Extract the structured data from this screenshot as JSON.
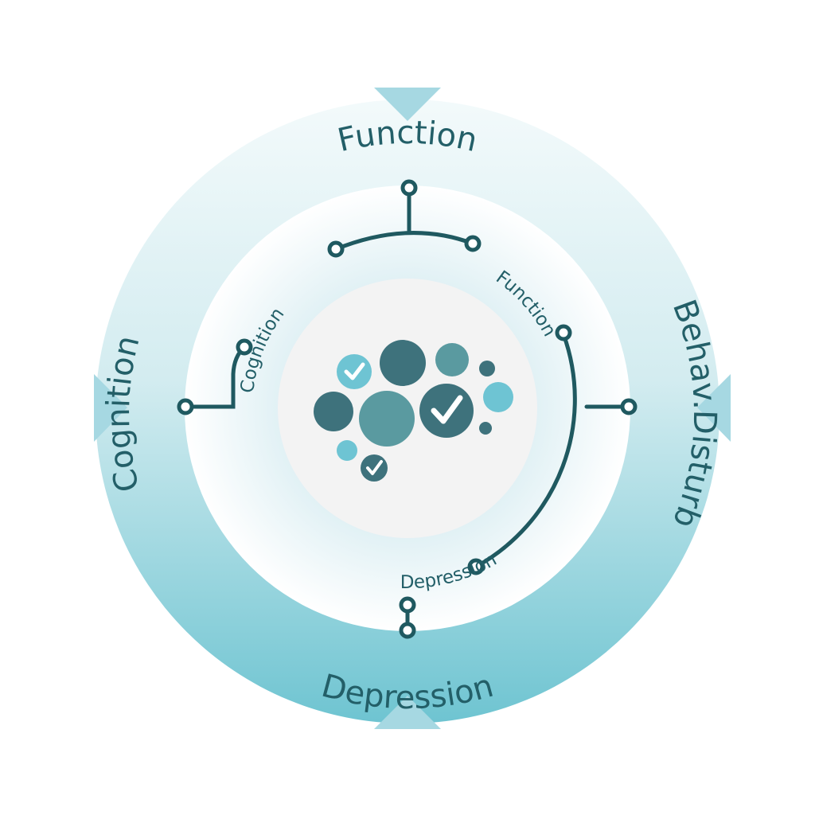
{
  "outer_ring": {
    "top_label": "Function",
    "left_label": "Cognition",
    "right_label": "Behav.Disturb",
    "bottom_label": "Depression"
  },
  "inner_ring": {
    "cognition_label": "Cognition",
    "function_label": "Function",
    "depression_label": "Depression"
  },
  "colors": {
    "ring_light": "#f3fafb",
    "ring_dark": "#6ec4d1",
    "arrow": "#a6d8e2",
    "line": "#1f5960",
    "center_disc": "#f3f3f3",
    "bubble_dark": "#3e727c",
    "bubble_mid": "#5a9aa0",
    "bubble_light": "#6ec4d3"
  },
  "icons": [
    "brain-bubbles-icon",
    "check-icon"
  ]
}
